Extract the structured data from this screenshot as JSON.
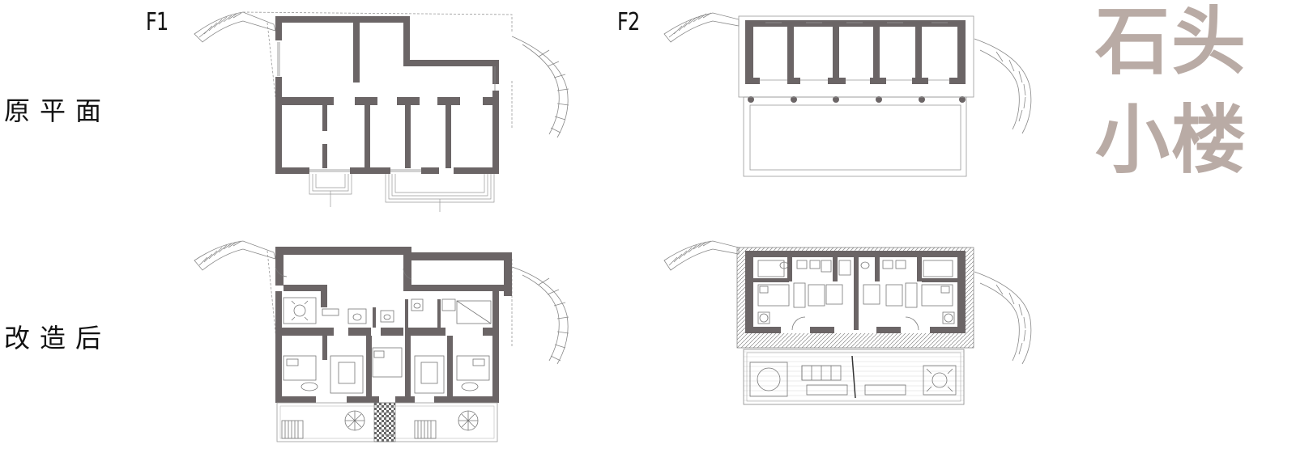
{
  "labels": {
    "floor1": "F1",
    "floor2": "F2",
    "original": "原平面",
    "renovated": "改造后"
  },
  "title": {
    "line1": "石头",
    "line2": "小楼"
  },
  "colors": {
    "wall": "#6b6566",
    "line": "#9a9a9a",
    "title": "#b9aba5"
  }
}
